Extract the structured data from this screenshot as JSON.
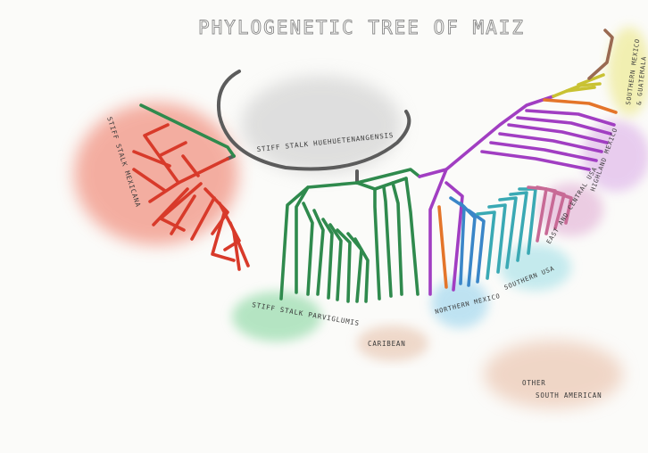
{
  "title": "PHYLOGENETIC TREE OF MAIZ",
  "labels": {
    "huehuetenangensis": "STIFF STALK HUEHUETENANGENSIS",
    "mexicana": "STIFF STALK MEXICANA",
    "parviglumis": "STIFF STALK PARVIGLUMIS",
    "caribbean": "CARIBEAN",
    "northern_mexico": "NORTHERN MEXICO",
    "southern_usa": "SOUTHERN USA",
    "east_central_usa": "EAST AND CENTRAL USA",
    "highland_mexico": "HIGHLAND MEXICO",
    "southern_mexico": "SOUTHERN MEXICO",
    "guatemala": "& GUATEMALA",
    "other": "OTHER",
    "south_american": "SOUTH AMERICAN"
  },
  "colors": {
    "gray": "#5c5c5c",
    "red": "#d83a2a",
    "green": "#2f8a4d",
    "purple": "#a13ec2",
    "blue": "#3a86c8",
    "teal": "#3aa9b4",
    "pink": "#c86a96",
    "orange": "#e4752a",
    "yellow": "#c9c233",
    "brown": "#9a6a52"
  }
}
